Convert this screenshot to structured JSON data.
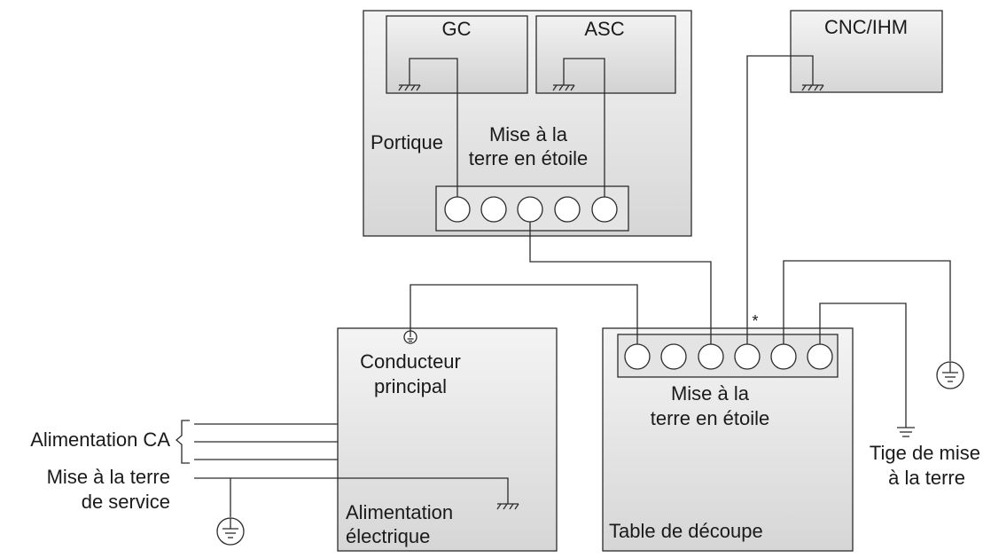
{
  "gantry": {
    "label": "Portique",
    "star_label_line1": "Mise à la",
    "star_label_line2": "terre en étoile",
    "modules": [
      {
        "label": "GC"
      },
      {
        "label": "ASC"
      }
    ]
  },
  "cnc": {
    "label": "CNC/IHM"
  },
  "power_supply": {
    "main_conductor_line1": "Conducteur",
    "main_conductor_line2": "principal",
    "name_line1": "Alimentation",
    "name_line2": "électrique"
  },
  "cutting_table": {
    "star_label_line1": "Mise à la",
    "star_label_line2": "terre en étoile",
    "name": "Table de découpe",
    "asterisk": "*"
  },
  "side_labels": {
    "ac_supply": "Alimentation CA",
    "service_ground_line1": "Mise à la terre",
    "service_ground_line2": "de service",
    "ground_rod_line1": "Tige de mise",
    "ground_rod_line2": "à la terre"
  },
  "colors": {
    "box_gradient_top": "#f4f4f4",
    "box_gradient_bottom": "#d4d4d4",
    "line": "#2b2b2b"
  }
}
